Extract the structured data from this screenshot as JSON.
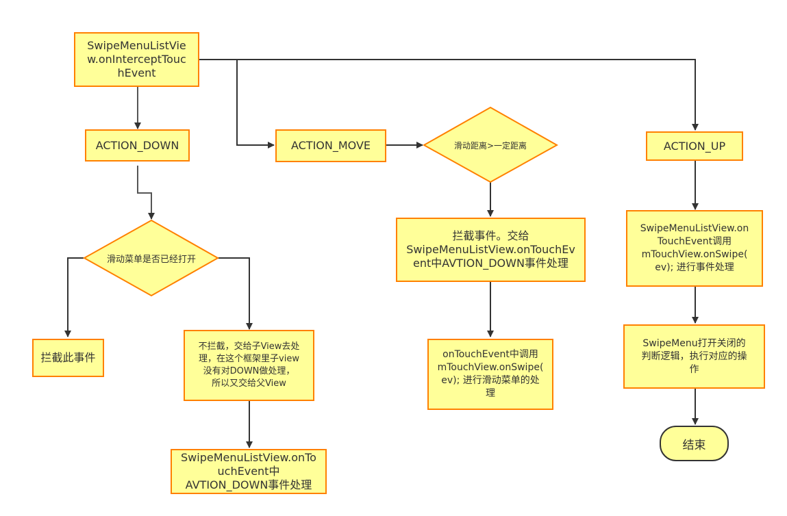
{
  "diagram": {
    "type": "flowchart",
    "colors": {
      "node_fill": "#ffff99",
      "node_border": "#ff8000",
      "connector": "#333333",
      "terminal_border": "#333333"
    },
    "nodes": {
      "start": "SwipeMenuListVie\nw.onInterceptTouc\nhEvent",
      "action_down": "ACTION_DOWN",
      "action_move": "ACTION_MOVE",
      "action_up": "ACTION_UP",
      "decision_menu_open": "滑动菜单是否已经打开",
      "decision_distance": "滑动距离>一定距离",
      "intercept_event": "拦截此事件",
      "not_intercept": "不拦截，交给子View去处\n理，在这个框架里子view\n没有对DOWN做处理，\n所以又交给父View",
      "parent_touch_event": "SwipeMenuListView.onTo\nuchEvent中\nAVTION_DOWN事件处理",
      "move_intercept": "拦截事件。交给\nSwipeMenuListView.onTouchEv\nent中AVTION_DOWN事件处理",
      "move_swipe": "onTouchEvent中调用\nmTouchView.onSwipe(\nev); 进行滑动菜单的处\n理",
      "up_touch_event": "SwipeMenuListView.on\nTouchEvent调用\nmTouchView.onSwipe(\nev); 进行事件处理",
      "up_judge": "SwipeMenu打开关闭的\n判断逻辑，执行对应的操\n作",
      "end": "结束"
    },
    "edges": [
      {
        "from": "start",
        "to": "action_down"
      },
      {
        "from": "start",
        "to": "action_move"
      },
      {
        "from": "start",
        "to": "action_up"
      },
      {
        "from": "action_down",
        "to": "decision_menu_open"
      },
      {
        "from": "decision_menu_open",
        "to": "intercept_event"
      },
      {
        "from": "decision_menu_open",
        "to": "not_intercept"
      },
      {
        "from": "not_intercept",
        "to": "parent_touch_event"
      },
      {
        "from": "action_move",
        "to": "decision_distance"
      },
      {
        "from": "decision_distance",
        "to": "move_intercept"
      },
      {
        "from": "move_intercept",
        "to": "move_swipe"
      },
      {
        "from": "action_up",
        "to": "up_touch_event"
      },
      {
        "from": "up_touch_event",
        "to": "up_judge"
      },
      {
        "from": "up_judge",
        "to": "end"
      }
    ]
  }
}
